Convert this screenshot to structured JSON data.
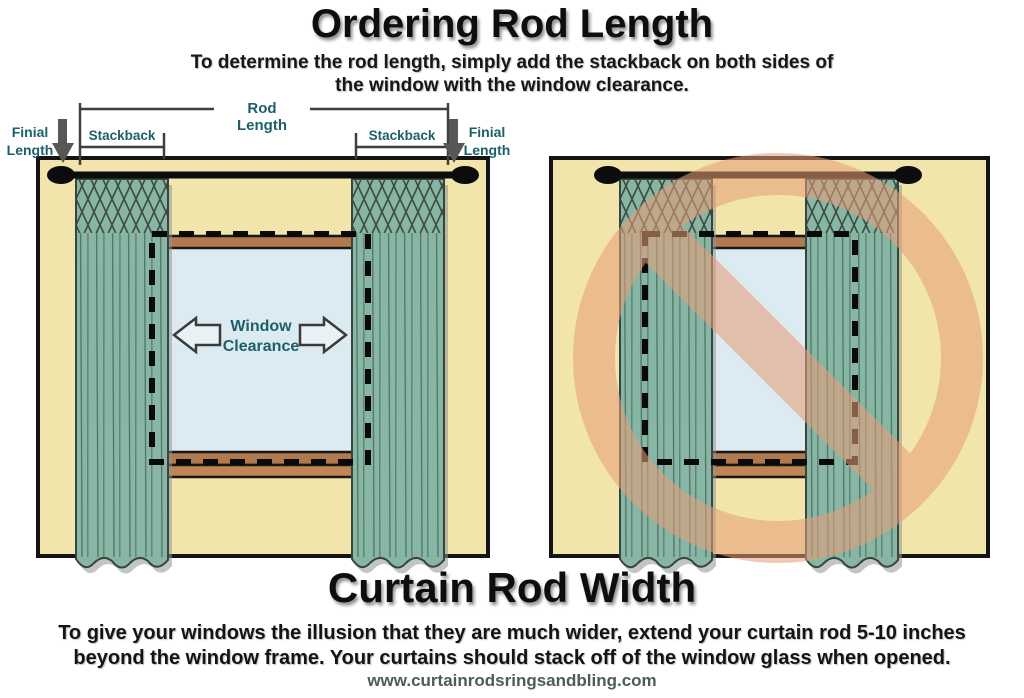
{
  "header": {
    "title": "Ordering Rod Length",
    "subtitle_line1": "To determine the rod length, simply add the stackback on both sides of",
    "subtitle_line2": "the window with the window clearance."
  },
  "diagram": {
    "labels": {
      "finial_line1": "Finial",
      "finial_line2": "Length",
      "stackback": "Stackback",
      "rod_line1": "Rod",
      "rod_line2": "Length",
      "clearance_line1": "Window",
      "clearance_line2": "Clearance"
    },
    "icons": {
      "finial_arrow": "down-arrow",
      "clearance_left": "left-arrow",
      "clearance_right": "right-arrow",
      "prohibition": "no-symbol"
    },
    "colors": {
      "wall": "#f1e5ac",
      "curtain": "#87b6a5",
      "window_glass": "#dcebf1",
      "window_frame": "#b1794e",
      "window_sill": "#c08455",
      "label_teal": "#1d6069",
      "prohibition": "#e89e78",
      "rod": "#0c0c0c"
    }
  },
  "footer": {
    "title": "Curtain Rod Width",
    "body_line1": "To give your windows the illusion that they are much wider, extend your curtain rod 5-10 inches",
    "body_line2": "beyond the window frame. Your curtains should stack off of the window glass when opened.",
    "website": "www.curtainrodsringsandbling.com"
  }
}
